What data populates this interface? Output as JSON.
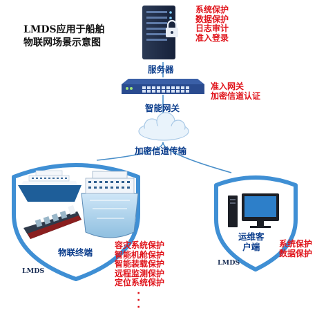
{
  "title": [
    "LMDS应用于船舶",
    "物联网场景示意图"
  ],
  "server": {
    "label": "服务器",
    "features": [
      "系统保护",
      "数据保护",
      "日志审计",
      "准入登录"
    ]
  },
  "gateway": {
    "label": "智能网关",
    "features": [
      "准入网关",
      "加密信道认证"
    ]
  },
  "channel": {
    "label": "加密信道传输"
  },
  "iot_terminal": {
    "label": "物联终端",
    "badge": "LMDS",
    "features": [
      "容灾系统保护",
      "智能机舱保护",
      "智能装载保护",
      "远程监测保护",
      "定位系统保护"
    ],
    "more": "·\n·\n·"
  },
  "ops_client": {
    "label_lines": [
      "运维客",
      "户端"
    ],
    "badge": "LMDS",
    "features": [
      "系统保护",
      "数据保护"
    ]
  },
  "colors": {
    "accent_red": "#e0141b",
    "label_blue": "#0b3d8c",
    "shield_blue": "#3f8fd4"
  }
}
